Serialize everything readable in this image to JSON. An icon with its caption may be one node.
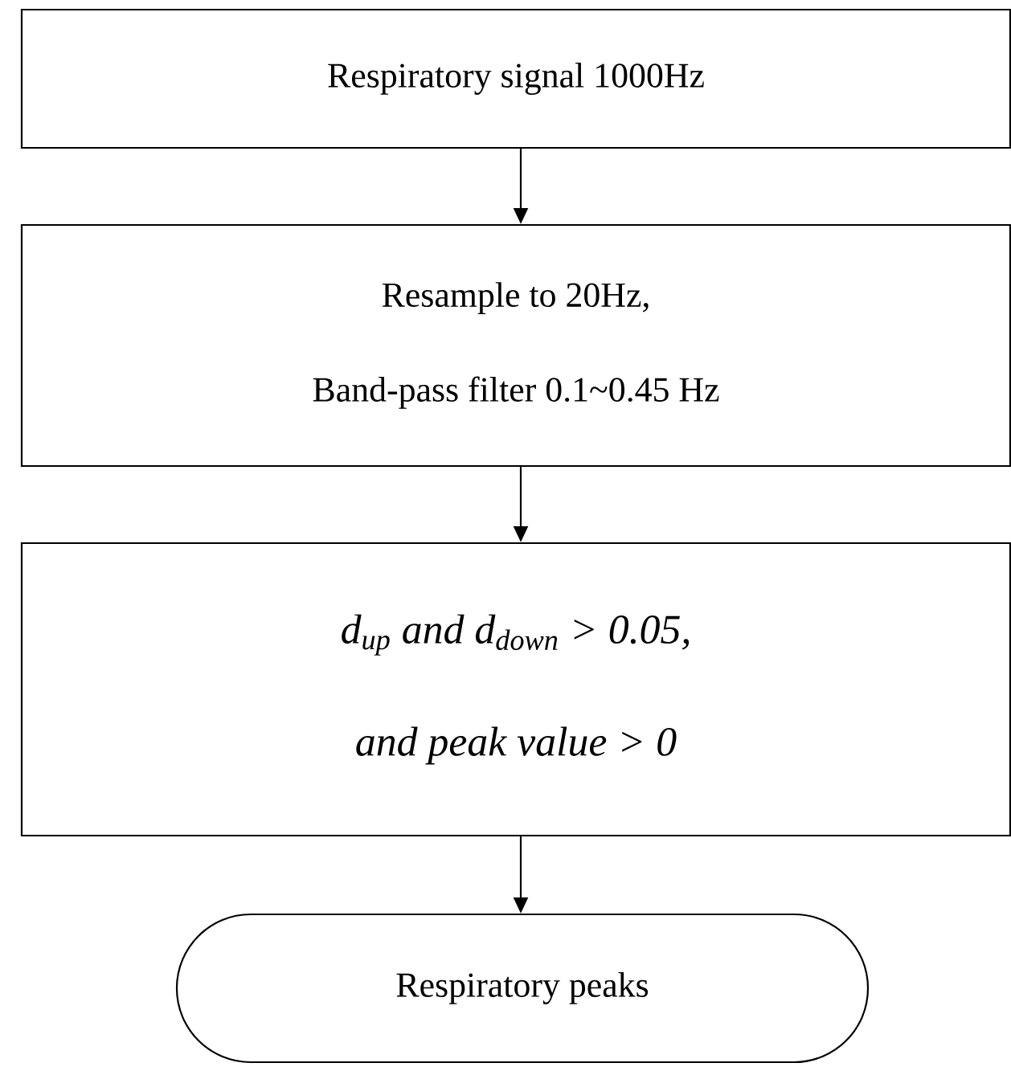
{
  "diagram": {
    "nodes": [
      {
        "text": [
          "Respiratory signal 1000Hz"
        ]
      },
      {
        "text": [
          "Resample to 20Hz,",
          "Band-pass filter 0.1~0.45 Hz"
        ]
      },
      {
        "text": [
          "d$_{up}$ and d$_{down}$ > 0.05,",
          "and peak value > 0"
        ]
      },
      {
        "text": [
          "Respiratory peaks"
        ]
      }
    ],
    "edges": [
      {
        "from": 0,
        "to": 1,
        "arrow": "to"
      },
      {
        "from": 1,
        "to": 2,
        "arrow": "to"
      },
      {
        "from": 2,
        "to": 3,
        "arrow": "to"
      }
    ]
  }
}
